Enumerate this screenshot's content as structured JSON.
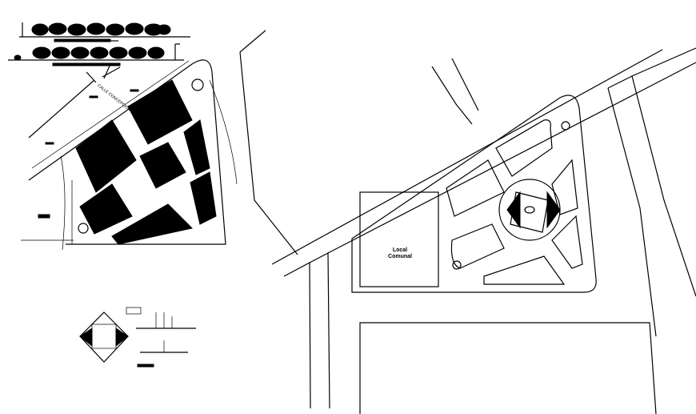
{
  "drawing": {
    "site_plan_left": {
      "street_label": "CALLE CONCEPCION"
    },
    "site_plan_right": {
      "community_hall_label_line1": "Local",
      "community_hall_label_line2": "Comunal"
    },
    "colors": {
      "line": "#000000",
      "background": "#ffffff"
    }
  }
}
